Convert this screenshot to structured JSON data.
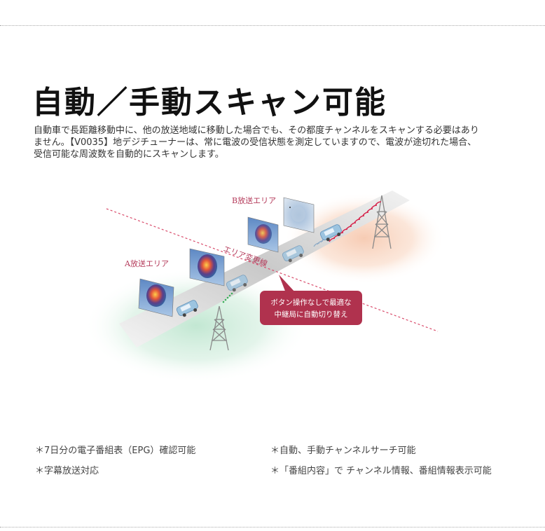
{
  "title": "自動／手動スキャン可能",
  "description": [
    "自動車で長距離移動中に、他の放送地域に移動した場合でも、その都度チャンネルをスキャンする必要はあり",
    "ません。【V0035】地デジチューナーは、常に電波の受信状態を測定していますので、電波が途切れた場合、",
    "受信可能な周波数を自動的にスキャンします。"
  ],
  "diagram": {
    "area_a_label": "A放送エリア",
    "area_b_label": "B放送エリア",
    "boundary_label": "エリア変更線",
    "callout_lines": [
      "ボタン操作なしで最適な",
      "中継局に自動切り替え"
    ],
    "colors": {
      "area_a": "#bfe6d0",
      "area_b": "#f6c9b0",
      "boundary": "#d94c6b",
      "callout": "#b0324e",
      "car": "#9cc4e0",
      "tower": "#8a8a8a",
      "signal_green": "#3cae5a",
      "signal_red": "#d6224a"
    },
    "icons": [
      "broadcast-tower-icon",
      "car-icon",
      "tv-screen-icon"
    ]
  },
  "notes": [
    "＊7日分の電子番組表（EPG）確認可能",
    "＊自動、手動チャンネルサーチ可能",
    "＊字幕放送対応",
    "＊「番組内容」で チャンネル情報、番組情報表示可能"
  ]
}
